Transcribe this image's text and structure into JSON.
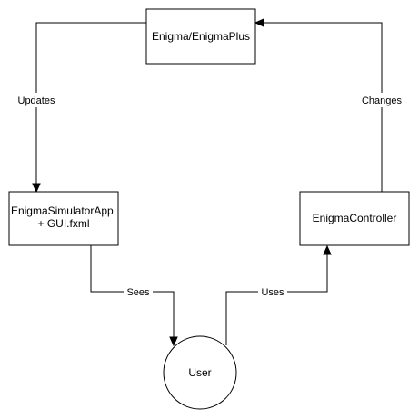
{
  "nodes": {
    "enigma": {
      "label": "Enigma/EnigmaPlus"
    },
    "simulator": {
      "label_line1": "EnigmaSimulatorApp",
      "label_line2": "+ GUI.fxml"
    },
    "controller": {
      "label": "EnigmaController"
    },
    "user": {
      "label": "User"
    }
  },
  "edges": {
    "updates": {
      "label": "Updates"
    },
    "changes": {
      "label": "Changes"
    },
    "sees": {
      "label": "Sees"
    },
    "uses": {
      "label": "Uses"
    }
  },
  "colors": {
    "stroke": "#000000",
    "fill": "#ffffff",
    "text": "#000000"
  }
}
